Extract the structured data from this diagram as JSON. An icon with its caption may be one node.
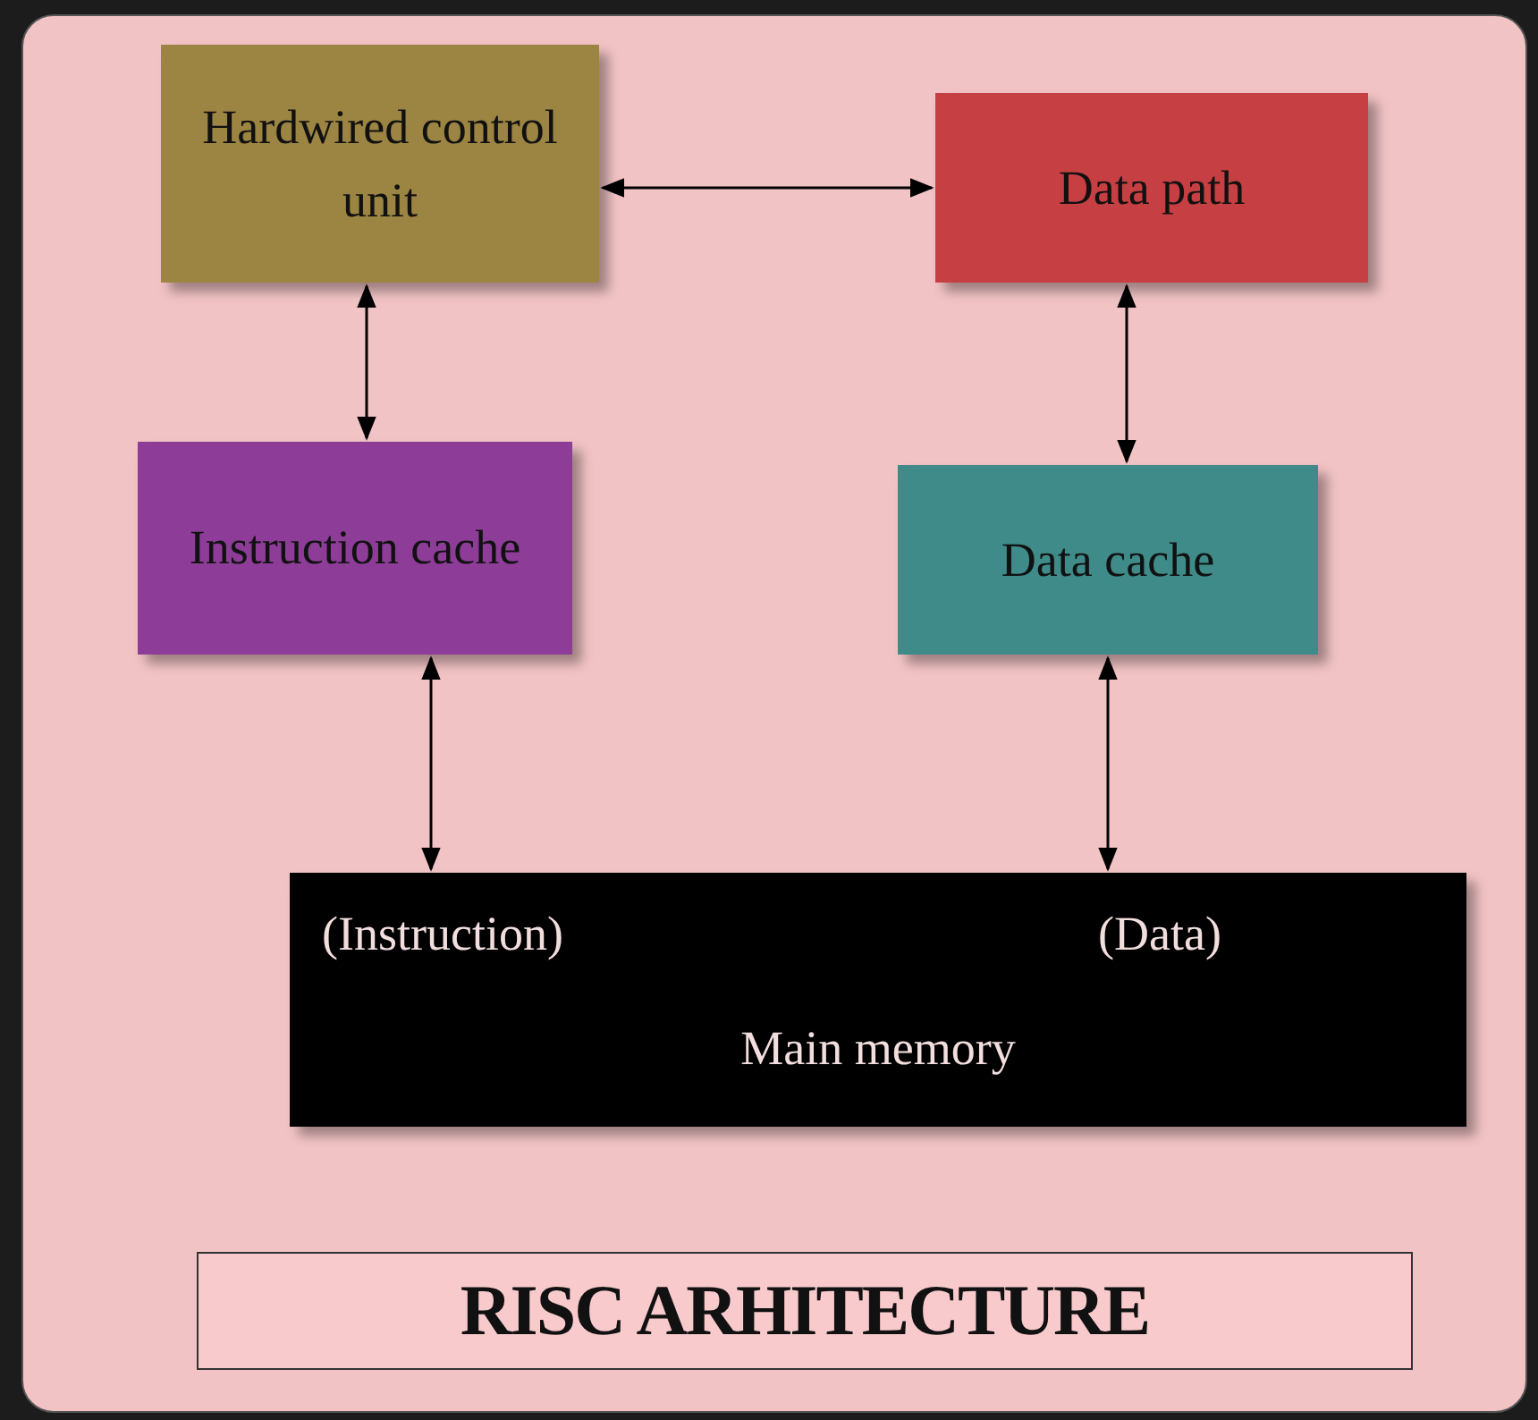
{
  "diagram": {
    "title": "RISC ARHITECTURE",
    "nodes": [
      {
        "text": [
          "Hardwired control unit"
        ]
      },
      {
        "text": [
          "Data path"
        ]
      },
      {
        "text": [
          "Instruction cache"
        ]
      },
      {
        "text": [
          "Data cache"
        ]
      },
      {
        "text": [
          "(Instruction)",
          "(Data)",
          "Main memory"
        ]
      }
    ],
    "edges": [
      {
        "from": 0,
        "to": 1,
        "arrow": "both"
      },
      {
        "from": 0,
        "to": 2,
        "arrow": "both"
      },
      {
        "from": 1,
        "to": 3,
        "arrow": "both"
      },
      {
        "from": 2,
        "to": 4,
        "arrow": "both"
      },
      {
        "from": 3,
        "to": 4,
        "arrow": "both"
      }
    ]
  }
}
